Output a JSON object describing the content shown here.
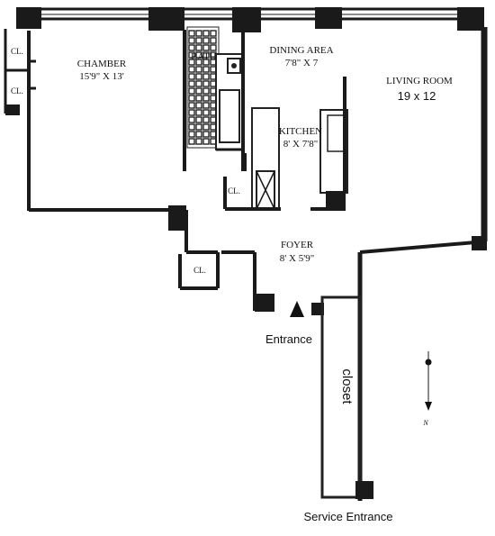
{
  "rooms": {
    "chamber": {
      "name": "CHAMBER",
      "dims": "15'9\" X 13'"
    },
    "bath": {
      "name": "BATH"
    },
    "dining": {
      "name": "DINING AREA",
      "dims": "7'8\" X 7"
    },
    "kitchen": {
      "name": "KITCHEN",
      "dims": "8' X 7'8\""
    },
    "living": {
      "name": "LIVING ROOM",
      "dims": "19 x 12"
    },
    "foyer": {
      "name": "FOYER",
      "dims": "8' X 5'9\""
    }
  },
  "closets": {
    "chamber_top": "CL.",
    "chamber_bottom": "CL.",
    "kitchen_side": "CL.",
    "foyer_side": "CL.",
    "service": "closet"
  },
  "labels": {
    "entrance": "Entrance",
    "service_entrance": "Service Entrance",
    "north": "N"
  }
}
